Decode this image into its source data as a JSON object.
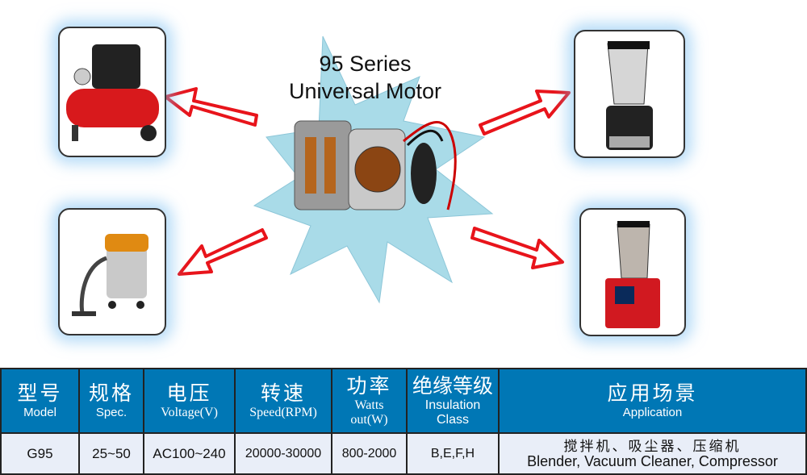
{
  "title": {
    "line1": "95 Series",
    "line2": "Universal Motor"
  },
  "table": {
    "headers": [
      {
        "zh": "型号",
        "en": "Model"
      },
      {
        "zh": "规格",
        "en": "Spec."
      },
      {
        "zh": "电压",
        "en": "Voltage(V)"
      },
      {
        "zh": "转速",
        "en": "Speed(RPM)"
      },
      {
        "zh": "功率",
        "en": "Watts out(W)"
      },
      {
        "zh": "绝缘等级",
        "en": "Insulation Class"
      },
      {
        "zh": "应用场景",
        "en": "Application"
      }
    ],
    "row": {
      "model": "G95",
      "spec": "25~50",
      "voltage": "AC100~240",
      "speed": "20000-30000",
      "watts": "800-2000",
      "insulation": "B,E,F,H",
      "application_zh": "搅拌机、吸尘器、压缩机",
      "application_en": "Blender, Vacuum Cleaner, Compressor"
    }
  },
  "colors": {
    "header_bg": "#0077b5",
    "arrow": "#e8141b",
    "burst": "#a9dbe8"
  }
}
